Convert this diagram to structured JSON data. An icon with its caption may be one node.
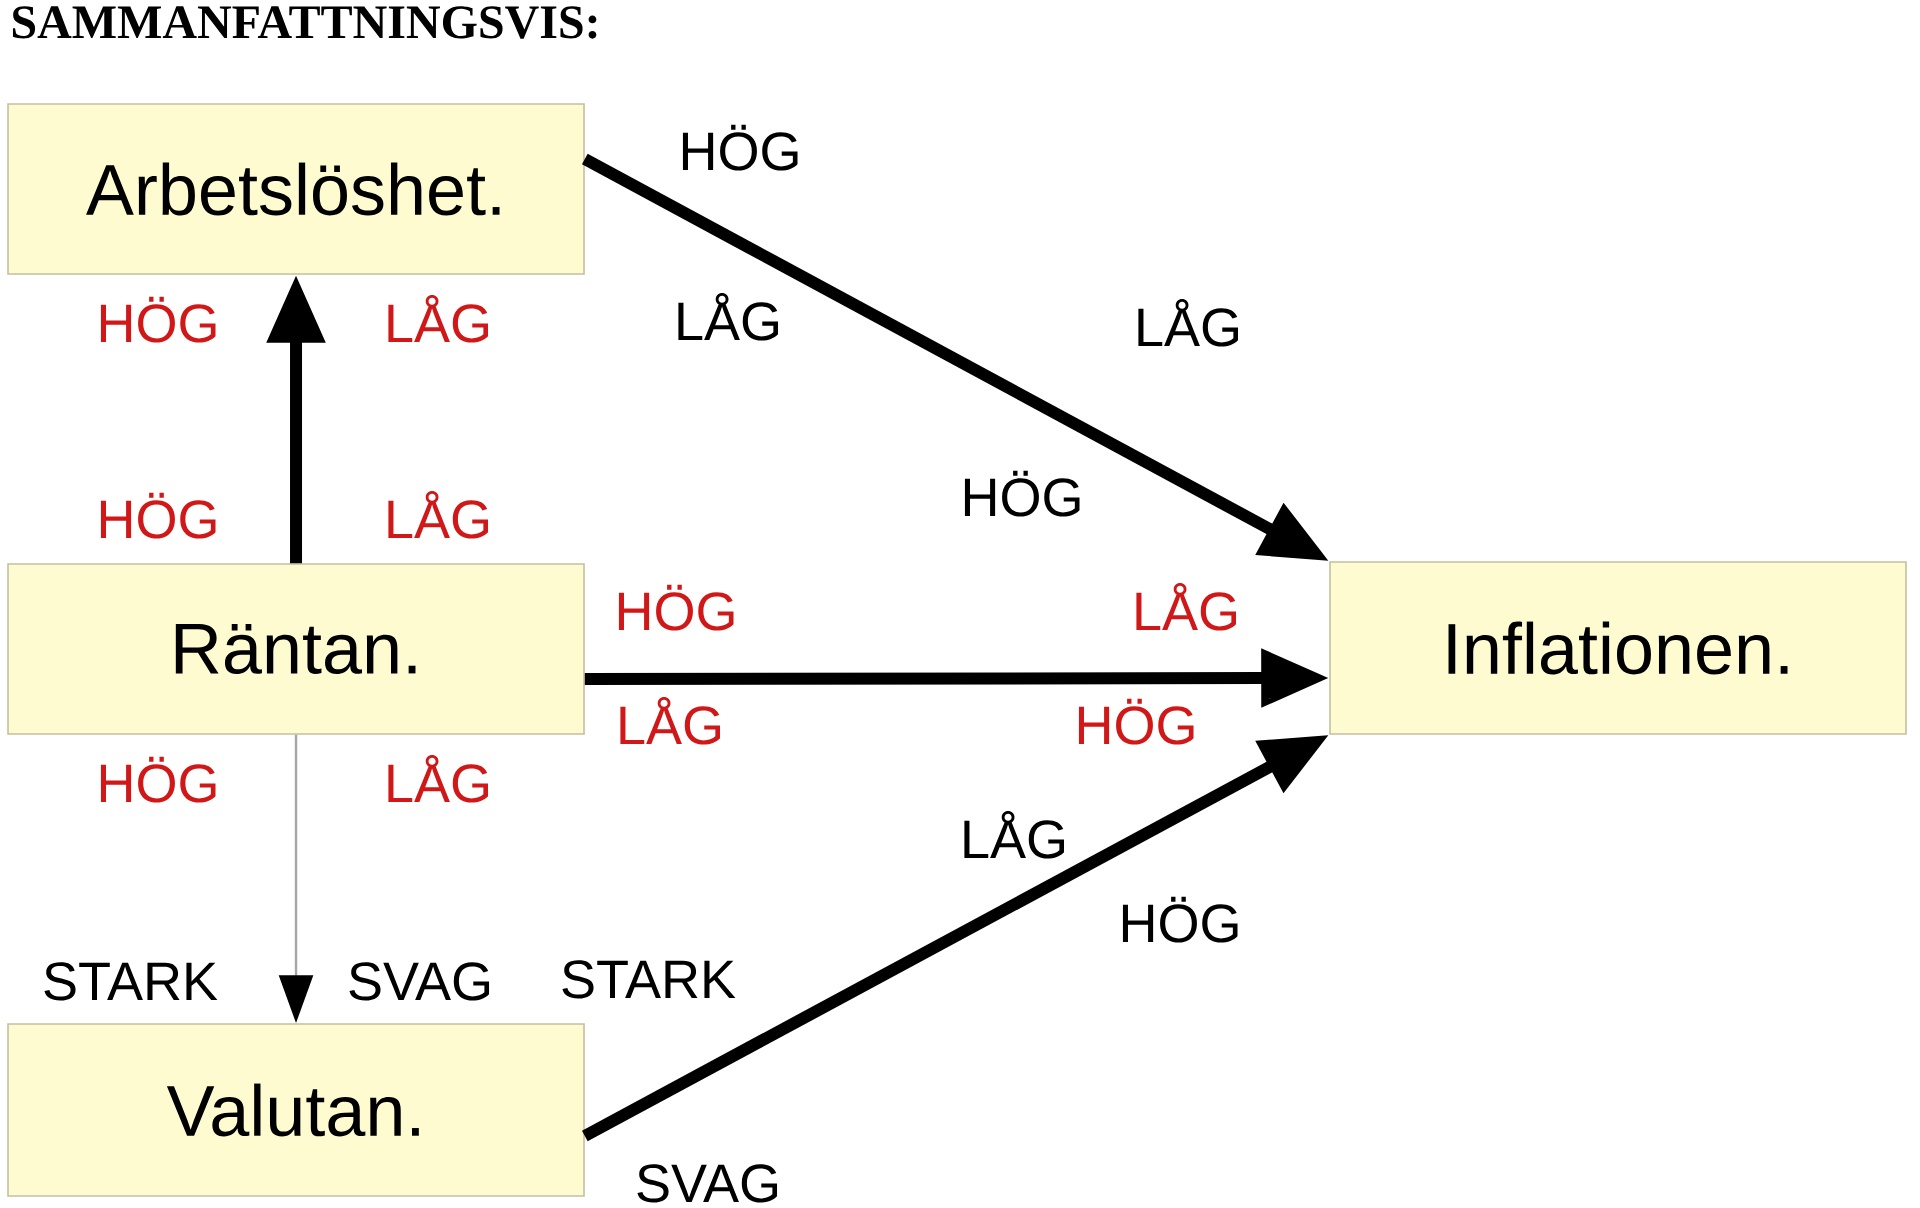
{
  "diagram": {
    "title": "SAMMANFATTNINGSVIS:",
    "nodes": [
      {
        "text": [
          "Arbetslöshet."
        ]
      },
      {
        "text": [
          "Räntan."
        ]
      },
      {
        "text": [
          "Inflationen."
        ]
      },
      {
        "text": [
          "Valutan."
        ]
      }
    ],
    "edges": [
      {
        "from": 1,
        "to": 0,
        "arrow": "to"
      },
      {
        "from": 0,
        "to": 2,
        "arrow": "to"
      },
      {
        "from": 1,
        "to": 2,
        "arrow": "to"
      },
      {
        "from": 1,
        "to": 3,
        "arrow": "to",
        "color": "#a6a6a6"
      },
      {
        "from": 3,
        "to": 2,
        "arrow": "to"
      }
    ],
    "labels": [
      "HÖG",
      "HÖG",
      "LÅG",
      "LÅG",
      "LÅG",
      "HÖG",
      "HÖG",
      "LÅG",
      "HÖG",
      "LÅG",
      "LÅG",
      "HÖG",
      "HÖG",
      "LÅG",
      "LÅG",
      "HÖG",
      "STARK",
      "SVAG",
      "STARK",
      "SVAG"
    ]
  }
}
